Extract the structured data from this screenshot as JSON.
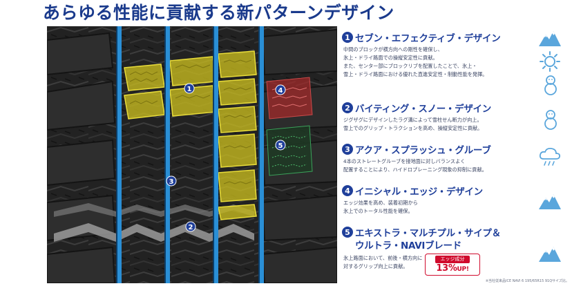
{
  "title": "あらゆる性能に貢献する新パターンデザイン",
  "tire_markers": [
    "1",
    "2",
    "3",
    "4",
    "5"
  ],
  "features": [
    {
      "num": "1",
      "title": "セブン・エフェクティブ・デザイン",
      "lines": [
        "中間のブロックが横方向への剛性を確保し、",
        "氷上・ドライ路面での操縦安定性に貢献。",
        "また、センター部にブロックリブを配置したことで、氷上・",
        "雪上・ドライ路面における優れた直進安定性・制動性能を発揮。"
      ]
    },
    {
      "num": "2",
      "title": "バイティング・スノー・デザイン",
      "lines": [
        "ジグザグにデザインしたラグ溝によって雪柱せん断力が向上。",
        "雪上でのグリップ・トラクションを高め、操縦安定性に貢献。"
      ]
    },
    {
      "num": "3",
      "title": "アクア・スプラッシュ・グルーブ",
      "lines": [
        "4本のストレートグルーブを接地面に対しバランスよく",
        "配置することにより、ハイドロプレーニング現象の抑制に貢献。"
      ]
    },
    {
      "num": "4",
      "title": "イニシャル・エッジ・デザイン",
      "lines": [
        "エッジ効果を高め、装着初期から",
        "氷上でのトータル性能を確保。"
      ]
    },
    {
      "num": "5",
      "title": "エキストラ・マルチプル・サイプ＆",
      "title2": "ウルトラ・NAVIブレード",
      "lines": [
        "氷上路面において、前後・横方向に",
        "対するグリップ向上に貢献。"
      ]
    }
  ],
  "badge": {
    "label": "エッジ成分",
    "value": "13%",
    "suffix": "UP!"
  },
  "footnote": "※当社従来品ICE NAVI 6 195/65R15 91Qサイズ比。",
  "colors": {
    "brand_blue": "#1f3f9a",
    "groove_blue": "#2a8fd6",
    "highlight_yellow": "#d8cc2a",
    "edge_red": "#c0392b",
    "sipe_green": "#3aa35a",
    "badge_red": "#d00a2c",
    "icon_blue": "#5aa6dc"
  },
  "icons": [
    "mountain-snow-icon",
    "sun-icon",
    "snowman-icon",
    "snowman-icon",
    "cloud-rain-icon",
    "mountain-snow-icon",
    "mountain-snow-icon"
  ]
}
